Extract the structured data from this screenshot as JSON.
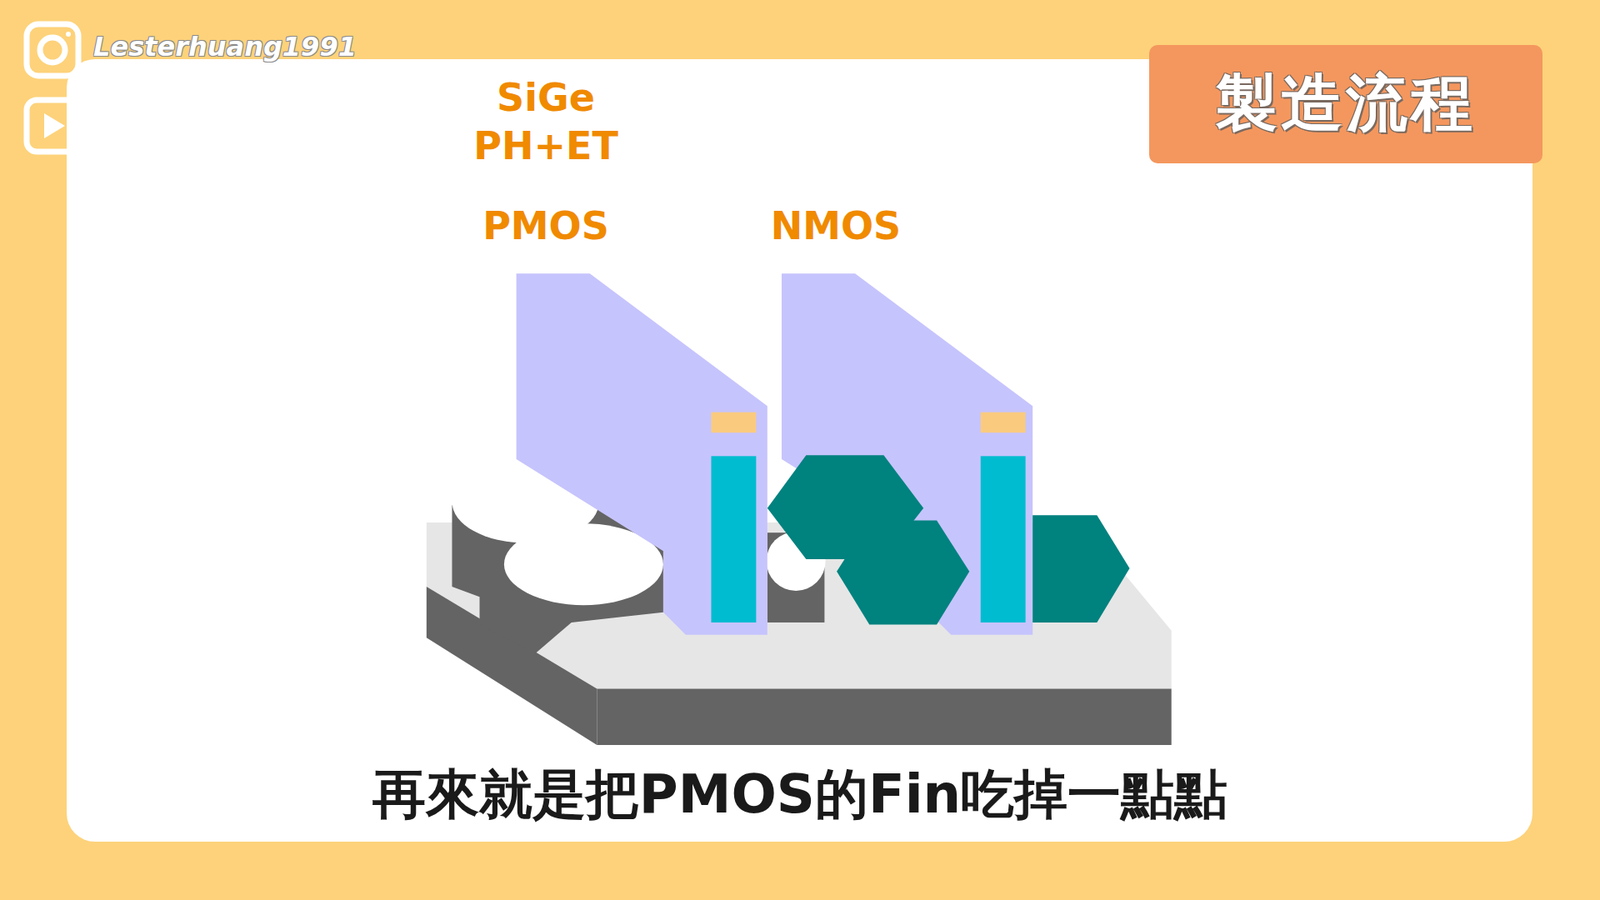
{
  "diagram": {
    "title": "製造流程",
    "caption": "再來就是把PMOS的Fin吃掉一點點",
    "labels": [
      "Lesterhuang1991",
      "SiGe",
      "PH+ET",
      "PMOS",
      "NMOS"
    ]
  }
}
